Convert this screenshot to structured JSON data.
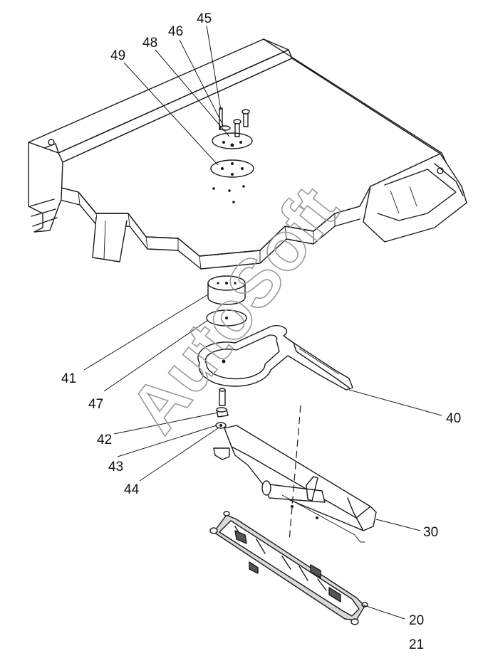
{
  "watermark": "AutoSoft",
  "callouts": [
    {
      "id": "45",
      "text": "45"
    },
    {
      "id": "46",
      "text": "46"
    },
    {
      "id": "48",
      "text": "48"
    },
    {
      "id": "49",
      "text": "49"
    },
    {
      "id": "41",
      "text": "41"
    },
    {
      "id": "47",
      "text": "47"
    },
    {
      "id": "42",
      "text": "42"
    },
    {
      "id": "43",
      "text": "43"
    },
    {
      "id": "44",
      "text": "44"
    },
    {
      "id": "40",
      "text": "40"
    },
    {
      "id": "30",
      "text": "30"
    },
    {
      "id": "20",
      "text": "20"
    },
    {
      "id": "21",
      "text": "21"
    }
  ],
  "colors": {
    "line": "#1a1a1a",
    "watermark": "#9a9a9a",
    "background": "#ffffff"
  }
}
